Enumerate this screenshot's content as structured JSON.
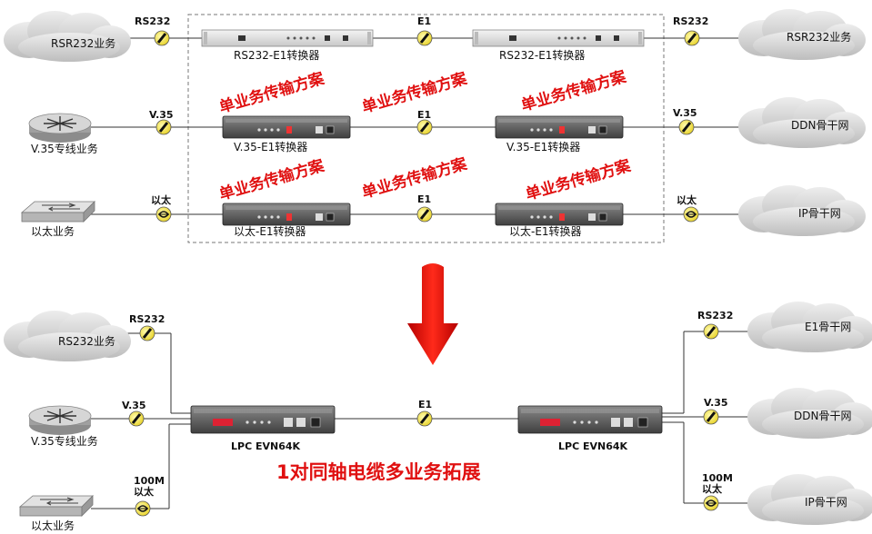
{
  "top": {
    "rows": [
      {
        "left_service": "RSR232业务",
        "left_link": "RS232",
        "converter_left": "RS232-E1转换器",
        "middle_link": "E1",
        "converter_right": "RS232-E1转换器",
        "right_link": "RS232",
        "right_service": "RSR232业务"
      },
      {
        "left_service": "V.35专线业务",
        "left_link": "V.35",
        "converter_left": "V.35-E1转换器",
        "middle_link": "E1",
        "converter_right": "V.35-E1转换器",
        "right_link": "V.35",
        "right_service": "DDN骨干网"
      },
      {
        "left_service": "以太业务",
        "left_link": "以太",
        "converter_left": "以太-E1转换器",
        "middle_link": "E1",
        "converter_right": "以太-E1转换器",
        "right_link": "以太",
        "right_service": "IP骨干网"
      }
    ],
    "scheme_label": "单业务传输方案"
  },
  "bottom": {
    "left_services": [
      "RS232业务",
      "V.35专线业务",
      "以太业务"
    ],
    "left_links": [
      "RS232",
      "V.35",
      "100M\n以太"
    ],
    "device_label": "LPC EVN64K",
    "middle_link": "E1",
    "right_links": [
      "RS232",
      "V.35",
      "100M\n以太"
    ],
    "right_services": [
      "E1骨干网",
      "DDN骨干网",
      "IP骨干网"
    ],
    "title": "1对同轴电缆多业务拓展"
  },
  "colors": {
    "accent_red": "#e01010",
    "line": "#333333",
    "cloud": "#d9d9d9",
    "connector_yellow": "#f5e642"
  }
}
